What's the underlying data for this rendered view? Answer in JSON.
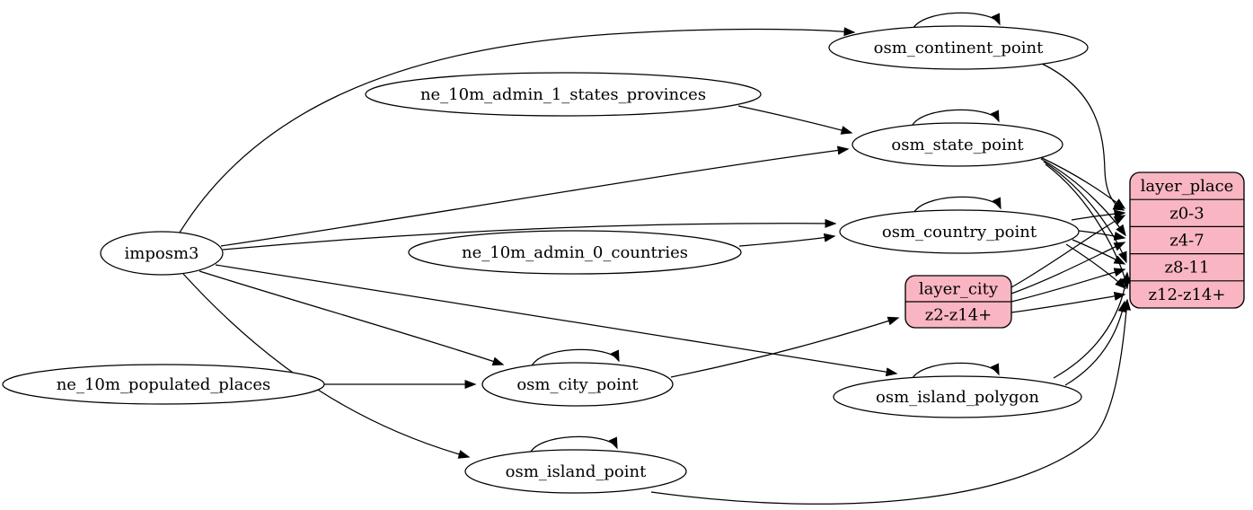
{
  "diagram": {
    "type": "etl-dataflow-graph",
    "colors": {
      "background": "#ffffff",
      "table_node_fill": "#ffffff",
      "layer_node_fill": "#f9b6c2",
      "stroke": "#000000",
      "text": "#000000"
    },
    "nodes": [
      {
        "id": "imposm3",
        "shape": "ellipse",
        "label": "imposm3",
        "self_loop": false
      },
      {
        "id": "ne_10m_admin_1_states_provinces",
        "shape": "ellipse",
        "label": "ne_10m_admin_1_states_provinces",
        "self_loop": false
      },
      {
        "id": "osm_continent_point",
        "shape": "ellipse",
        "label": "osm_continent_point",
        "self_loop": true
      },
      {
        "id": "osm_state_point",
        "shape": "ellipse",
        "label": "osm_state_point",
        "self_loop": true
      },
      {
        "id": "ne_10m_admin_0_countries",
        "shape": "ellipse",
        "label": "ne_10m_admin_0_countries",
        "self_loop": false
      },
      {
        "id": "osm_country_point",
        "shape": "ellipse",
        "label": "osm_country_point",
        "self_loop": true
      },
      {
        "id": "layer_city",
        "shape": "record",
        "label": "layer_city",
        "rows": [
          "z2-z14+"
        ],
        "highlighted": true
      },
      {
        "id": "ne_10m_populated_places",
        "shape": "ellipse",
        "label": "ne_10m_populated_places",
        "self_loop": false
      },
      {
        "id": "osm_city_point",
        "shape": "ellipse",
        "label": "osm_city_point",
        "self_loop": true
      },
      {
        "id": "osm_island_polygon",
        "shape": "ellipse",
        "label": "osm_island_polygon",
        "self_loop": true
      },
      {
        "id": "osm_island_point",
        "shape": "ellipse",
        "label": "osm_island_point",
        "self_loop": true
      },
      {
        "id": "layer_place",
        "shape": "record",
        "label": "layer_place",
        "rows": [
          "z0-3",
          "z4-7",
          "z8-11",
          "z12-z14+"
        ],
        "highlighted": true
      }
    ],
    "edges": [
      {
        "from": "imposm3",
        "to": "osm_continent_point"
      },
      {
        "from": "imposm3",
        "to": "osm_state_point"
      },
      {
        "from": "imposm3",
        "to": "osm_country_point"
      },
      {
        "from": "imposm3",
        "to": "osm_city_point"
      },
      {
        "from": "imposm3",
        "to": "osm_island_polygon"
      },
      {
        "from": "imposm3",
        "to": "osm_island_point"
      },
      {
        "from": "ne_10m_admin_1_states_provinces",
        "to": "osm_state_point"
      },
      {
        "from": "ne_10m_admin_0_countries",
        "to": "osm_country_point"
      },
      {
        "from": "ne_10m_populated_places",
        "to": "osm_city_point"
      },
      {
        "from": "osm_city_point",
        "to": "layer_city",
        "to_row": "z2-z14+"
      },
      {
        "from": "layer_city",
        "to": "layer_place",
        "to_row": "z0-3"
      },
      {
        "from": "layer_city",
        "to": "layer_place",
        "to_row": "z4-7"
      },
      {
        "from": "layer_city",
        "to": "layer_place",
        "to_row": "z8-11"
      },
      {
        "from": "layer_city",
        "to": "layer_place",
        "to_row": "z12-z14+"
      },
      {
        "from": "osm_state_point",
        "to": "layer_place",
        "to_row": "z0-3"
      },
      {
        "from": "osm_state_point",
        "to": "layer_place",
        "to_row": "z4-7"
      },
      {
        "from": "osm_state_point",
        "to": "layer_place",
        "to_row": "z8-11"
      },
      {
        "from": "osm_state_point",
        "to": "layer_place",
        "to_row": "z12-z14+"
      },
      {
        "from": "osm_country_point",
        "to": "layer_place",
        "to_row": "z0-3"
      },
      {
        "from": "osm_country_point",
        "to": "layer_place",
        "to_row": "z4-7"
      },
      {
        "from": "osm_country_point",
        "to": "layer_place",
        "to_row": "z8-11"
      },
      {
        "from": "osm_country_point",
        "to": "layer_place",
        "to_row": "z12-z14+"
      },
      {
        "from": "osm_continent_point",
        "to": "layer_place",
        "to_row": "z0-3"
      },
      {
        "from": "osm_island_polygon",
        "to": "layer_place",
        "to_row": "z8-11"
      },
      {
        "from": "osm_island_polygon",
        "to": "layer_place",
        "to_row": "z12-z14+"
      },
      {
        "from": "osm_island_point",
        "to": "layer_place",
        "to_row": "z12-z14+"
      }
    ]
  }
}
